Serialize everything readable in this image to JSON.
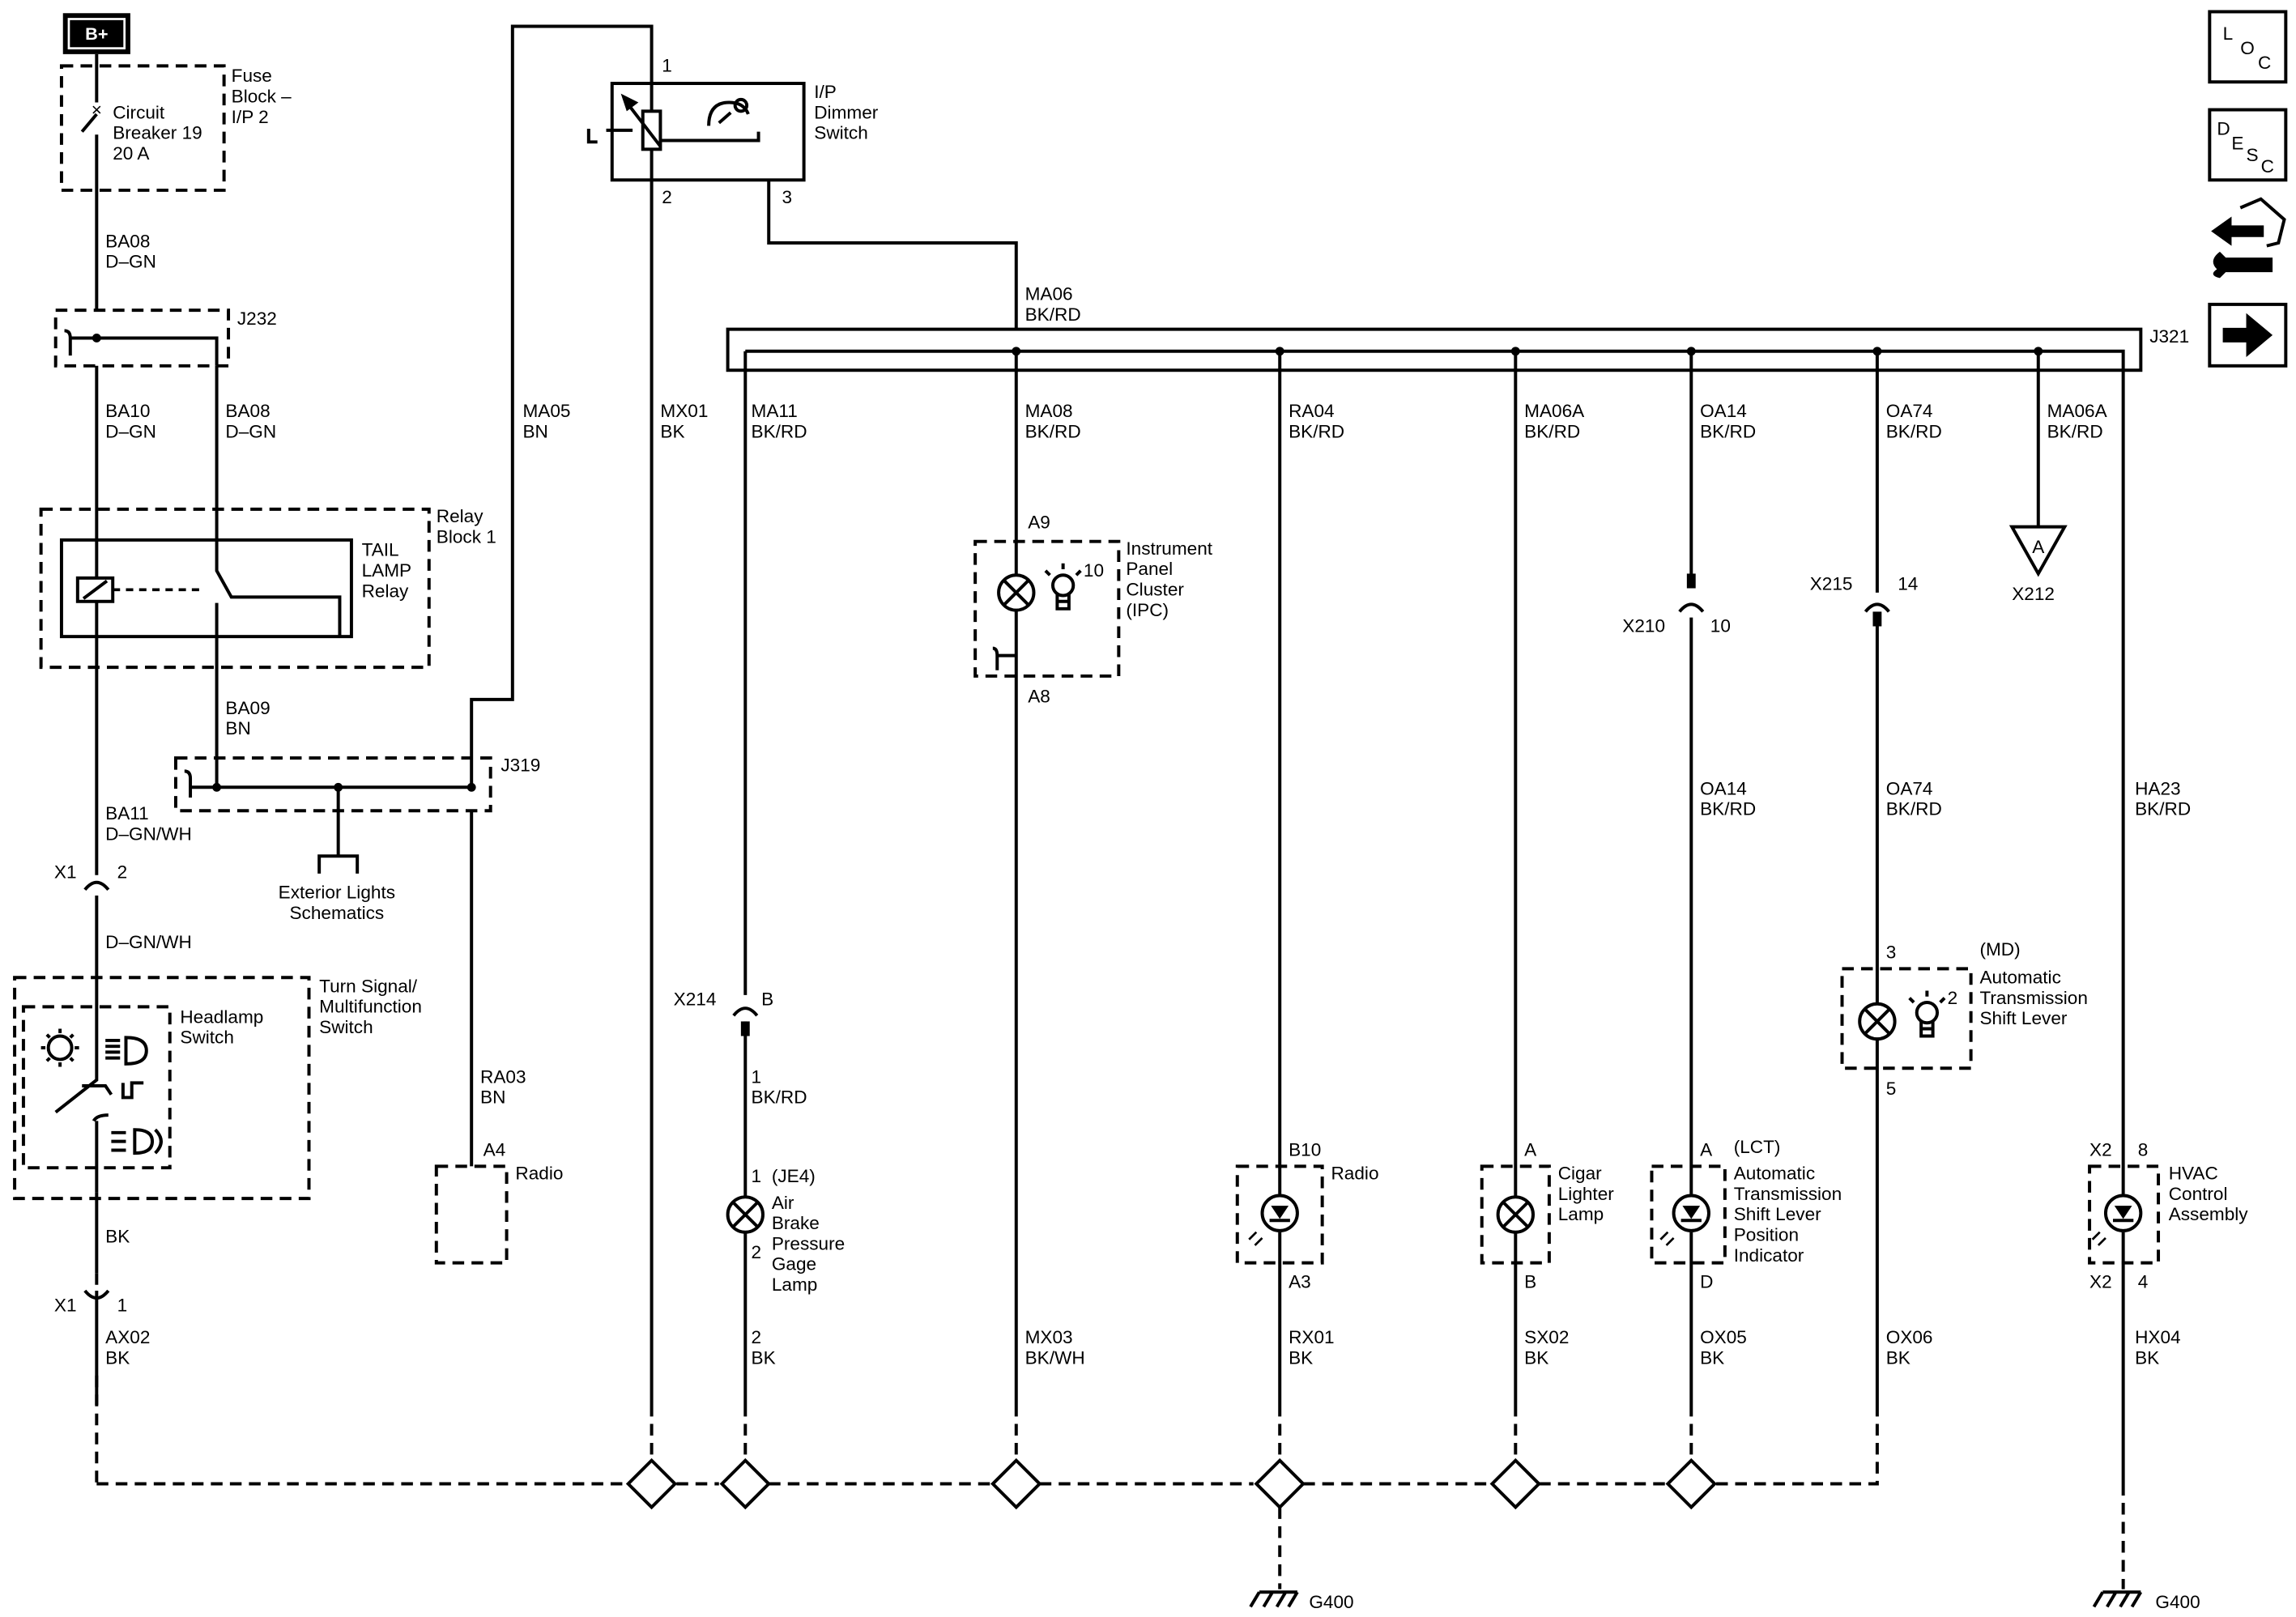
{
  "power_source": "B+",
  "fuse_block": {
    "l1": "Fuse",
    "l2": "Block –",
    "l3": "I/P 2"
  },
  "circuit_breaker": {
    "l1": "Circuit",
    "l2": "Breaker 19",
    "l3": "20 A"
  },
  "ba08_top": {
    "id": "BA08",
    "color": "D–GN"
  },
  "j232": "J232",
  "ba10": {
    "id": "BA10",
    "color": "D–GN"
  },
  "ba08_mid": {
    "id": "BA08",
    "color": "D–GN"
  },
  "relay_block": {
    "l1": "Relay",
    "l2": "Block 1"
  },
  "tail_lamp_relay": {
    "l1": "TAIL",
    "l2": "LAMP",
    "l3": "Relay"
  },
  "ba09": {
    "id": "BA09",
    "color": "BN"
  },
  "j319": "J319",
  "exterior_lights": {
    "l1": "Exterior Lights",
    "l2": "Schematics"
  },
  "ba11": {
    "id": "BA11",
    "color": "D–GN/WH"
  },
  "x1_top": {
    "conn": "X1",
    "pin": "2"
  },
  "dgnwh": "D–GN/WH",
  "turn_signal": {
    "l1": "Turn Signal/",
    "l2": "Multifunction",
    "l3": "Switch"
  },
  "headlamp_switch": {
    "l1": "Headlamp",
    "l2": "Switch"
  },
  "bk_label": "BK",
  "x1_bottom": {
    "conn": "X1",
    "pin": "1"
  },
  "ax02": {
    "id": "AX02",
    "color": "BK"
  },
  "ma05": {
    "id": "MA05",
    "color": "BN"
  },
  "ra03": {
    "id": "RA03",
    "color": "BN"
  },
  "radio_left": {
    "pin": "A4",
    "name": "Radio"
  },
  "dimmer": {
    "l1": "I/P",
    "l2": "Dimmer",
    "l3": "Switch",
    "pin1": "1",
    "pin2": "2",
    "pin3": "3"
  },
  "mx01": {
    "id": "MX01",
    "color": "BK"
  },
  "ma06": {
    "id": "MA06",
    "color": "BK/RD"
  },
  "j321": "J321",
  "ma11": {
    "id": "MA11",
    "color": "BK/RD"
  },
  "ma08": {
    "id": "MA08",
    "color": "BK/RD"
  },
  "ra04": {
    "id": "RA04",
    "color": "BK/RD"
  },
  "ma06a_1": {
    "id": "MA06A",
    "color": "BK/RD"
  },
  "oa14_top": {
    "id": "OA14",
    "color": "BK/RD"
  },
  "oa74_top": {
    "id": "OA74",
    "color": "BK/RD"
  },
  "ma06a_2": {
    "id": "MA06A",
    "color": "BK/RD"
  },
  "x212": {
    "letter": "A",
    "conn": "X212"
  },
  "ipc": {
    "pin_a9": "A9",
    "pin_a8": "A8",
    "bulb": "10",
    "l1": "Instrument",
    "l2": "Panel",
    "l3": "Cluster",
    "l4": "(IPC)"
  },
  "x210": {
    "conn": "X210",
    "pin": "10"
  },
  "x215": {
    "conn": "X215",
    "pin": "14"
  },
  "oa14_bot": {
    "id": "OA14",
    "color": "BK/RD"
  },
  "oa74_bot": {
    "id": "OA74",
    "color": "BK/RD"
  },
  "ha23": {
    "id": "HA23",
    "color": "BK/RD"
  },
  "shift_lever": {
    "opt": "(MD)",
    "pin3": "3",
    "pin5": "5",
    "bulb": "2",
    "l1": "Automatic",
    "l2": "Transmission",
    "l3": "Shift Lever"
  },
  "x214": {
    "conn": "X214",
    "pin": "B"
  },
  "air_brake": {
    "w1": "1",
    "w2": "BK/RD",
    "p1": "1",
    "p2": "2",
    "opt": "(JE4)",
    "l1": "Air",
    "l2": "Brake",
    "l3": "Pressure",
    "l4": "Gage",
    "l5": "Lamp",
    "w3": "2",
    "w4": "BK"
  },
  "radio_right": {
    "pin_top": "B10",
    "pin_bot": "A3",
    "name": "Radio"
  },
  "cigar": {
    "pin_top": "A",
    "pin_bot": "B",
    "l1": "Cigar",
    "l2": "Lighter",
    "l3": "Lamp"
  },
  "shift_indicator": {
    "pin_top": "A",
    "pin_bot": "D",
    "opt": "(LCT)",
    "l1": "Automatic",
    "l2": "Transmission",
    "l3": "Shift Lever",
    "l4": "Position",
    "l5": "Indicator"
  },
  "hvac": {
    "pin_top_c": "X2",
    "pin_top": "8",
    "pin_bot_c": "X2",
    "pin_bot": "4",
    "l1": "HVAC",
    "l2": "Control",
    "l3": "Assembly"
  },
  "mx03": {
    "id": "MX03",
    "color": "BK/WH"
  },
  "rx01": {
    "id": "RX01",
    "color": "BK"
  },
  "sx02": {
    "id": "SX02",
    "color": "BK"
  },
  "ox05": {
    "id": "OX05",
    "color": "BK"
  },
  "ox06": {
    "id": "OX06",
    "color": "BK"
  },
  "hx04": {
    "id": "HX04",
    "color": "BK"
  },
  "g400_left": "G400",
  "g400_right": "G400",
  "nav": {
    "loc": {
      "a": "L",
      "b": "O",
      "c": "C"
    },
    "desc": {
      "a": "D",
      "b": "E",
      "c": "S",
      "d": "C"
    }
  }
}
